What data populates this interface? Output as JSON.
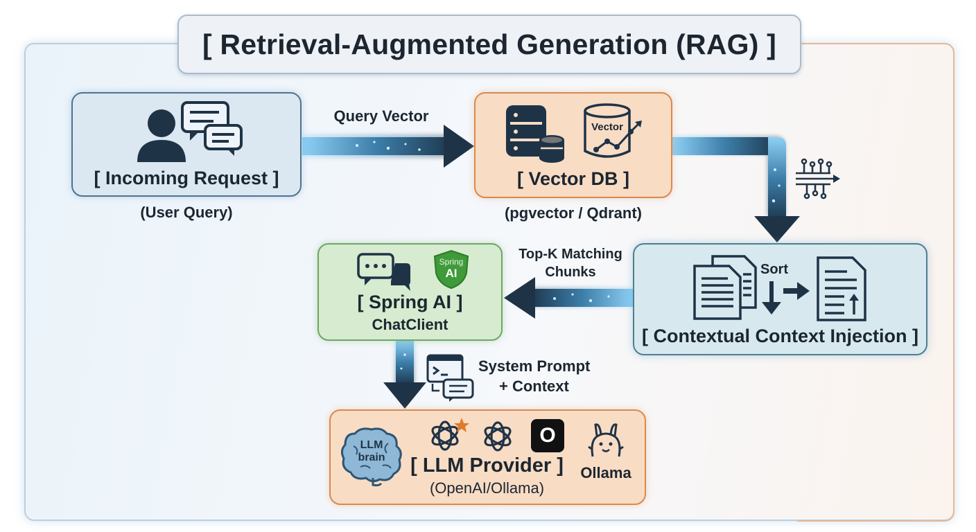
{
  "title": "[ Retrieval-Augmented Generation (RAG) ]",
  "nodes": {
    "incoming": {
      "label": "[ Incoming Request ]",
      "sub": "(User Query)"
    },
    "vectordb": {
      "label": "[ Vector DB ]",
      "sub": "(pgvector / Qdrant)",
      "icon_text": "Vector"
    },
    "context": {
      "label": "[ Contextual Context Injection ]",
      "sort": "Sort"
    },
    "springai": {
      "label": "[ Spring AI ]",
      "sub": "ChatClient",
      "badge_line1": "Spring",
      "badge_line2": "AI"
    },
    "llm": {
      "label": "[ LLM Provider ]",
      "sub": "(OpenAI/Ollama)",
      "brain_line1": "LLM",
      "brain_line2": "brain",
      "ollama": "Ollama",
      "o_glyph": "O"
    }
  },
  "edges": {
    "query_vector": "Query Vector",
    "topk_line1": "Top-K Matching",
    "topk_line2": "Chunks",
    "prompt_line1": "System Prompt",
    "prompt_line2": "+ Context"
  },
  "colors": {
    "dark": "#1f3347",
    "blue_node": "#dbe7f1",
    "orange_node": "#f8dcc4",
    "green_node": "#d6ebcf",
    "cyan_node": "#d7e9ef"
  }
}
